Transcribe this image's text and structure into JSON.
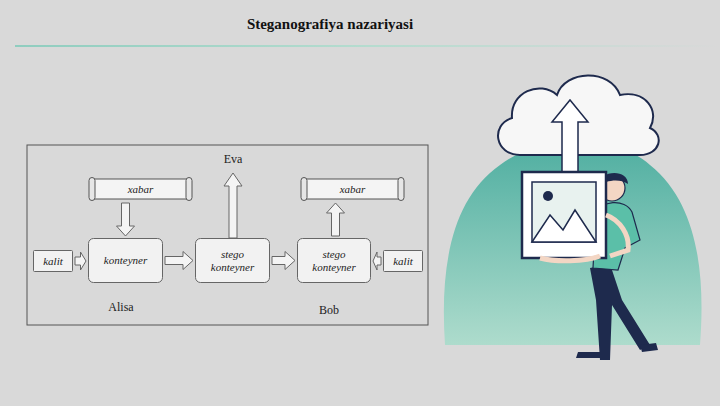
{
  "diagram": {
    "title": "Steganografiya nazariyasi",
    "nodes": [
      {
        "text": [
          "xabar"
        ]
      },
      {
        "text": [
          "kalit"
        ]
      },
      {
        "text": [
          "konteyner"
        ]
      },
      {
        "text": [
          "stego konteyner"
        ]
      },
      {
        "text": [
          "xabar"
        ]
      },
      {
        "text": [
          "stego konteyner"
        ]
      },
      {
        "text": [
          "kalit"
        ]
      }
    ],
    "edges": [
      {
        "from": 0,
        "to": 2,
        "arrow": "to"
      },
      {
        "from": 1,
        "to": 2,
        "arrow": "to"
      },
      {
        "from": 2,
        "to": 3,
        "arrow": "to"
      },
      {
        "from": 3,
        "to": 5,
        "arrow": "to"
      },
      {
        "from": 5,
        "to": 4,
        "arrow": "to"
      },
      {
        "from": 6,
        "to": 5,
        "arrow": "to"
      }
    ],
    "labels": [
      "Eva",
      "Alisa",
      "Bob"
    ]
  }
}
